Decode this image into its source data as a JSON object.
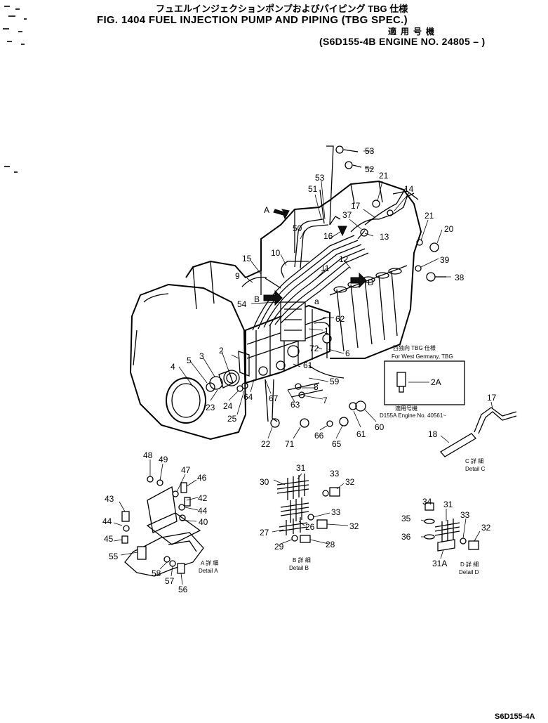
{
  "header": {
    "jp_title": "フュエルインジェクションポンプおよびパイピング TBG 仕様",
    "fig_title": "FIG. 1404  FUEL INJECTION PUMP AND PIPING (TBG SPEC.)",
    "jp_applicable": "適用号機",
    "spec": "(S6D155-4B  ENGINE NO. 24805 – )"
  },
  "arrows": [
    "A",
    "B",
    "D"
  ],
  "marker_a": "a",
  "part_numbers": [
    "1",
    "2",
    "2A",
    "3",
    "4",
    "5",
    "6",
    "7",
    "8",
    "9",
    "10",
    "11",
    "12",
    "13",
    "14",
    "15",
    "16",
    "17",
    "18",
    "20",
    "21",
    "22",
    "23",
    "24",
    "25",
    "26",
    "27",
    "28",
    "29",
    "30",
    "31",
    "31A",
    "32",
    "33",
    "34",
    "35",
    "36",
    "37",
    "38",
    "39",
    "40",
    "42",
    "43",
    "44",
    "45",
    "46",
    "47",
    "48",
    "49",
    "50",
    "51",
    "52",
    "53",
    "54",
    "55",
    "56",
    "57",
    "58",
    "59",
    "60",
    "61",
    "62",
    "63",
    "64",
    "65",
    "66",
    "67",
    "71",
    "72"
  ],
  "west_germany": {
    "jp_label": "西独向 TBG 仕様",
    "en_label": "For West Germany, TBG",
    "part": "2A",
    "jp_applic": "適用号機",
    "applic": "D155A Engine No. 40561~"
  },
  "details": {
    "a": {
      "jp": "A 詳 細",
      "en": "Detail A"
    },
    "b": {
      "jp": "B 詳 細",
      "en": "Detail B"
    },
    "c": {
      "jp": "C 詳 細",
      "en": "Detail C"
    },
    "d": {
      "jp": "D 詳 細",
      "en": "Detail D"
    }
  },
  "footer": {
    "code": "S6D155-4A"
  }
}
